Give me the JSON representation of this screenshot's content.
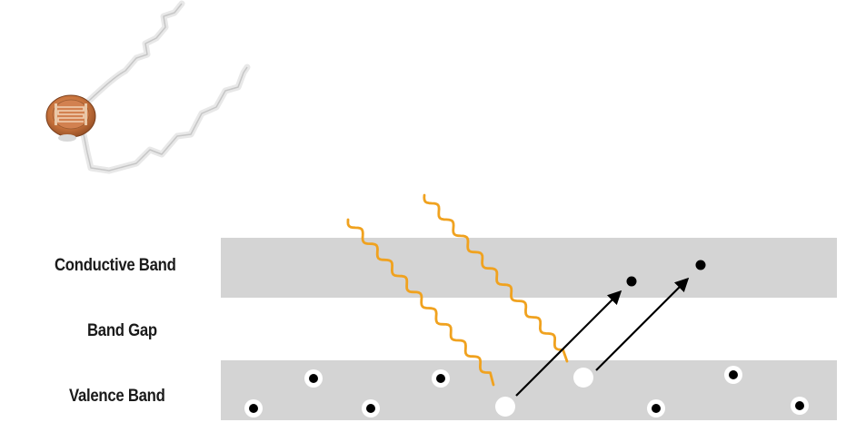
{
  "diagram": {
    "bands": {
      "conductive": "Conductive Band",
      "gap": "Band Gap",
      "valence": "Valence Band"
    },
    "colors": {
      "band_fill": "#d4d4d4",
      "photon": "#f0a21f",
      "electron": "#000000",
      "hole": "#ffffff",
      "arrow": "#000000",
      "lead_wire": "#e6e6e6",
      "ldr_body": "#c8703a"
    },
    "illustration": "photoresistor-ldr"
  }
}
